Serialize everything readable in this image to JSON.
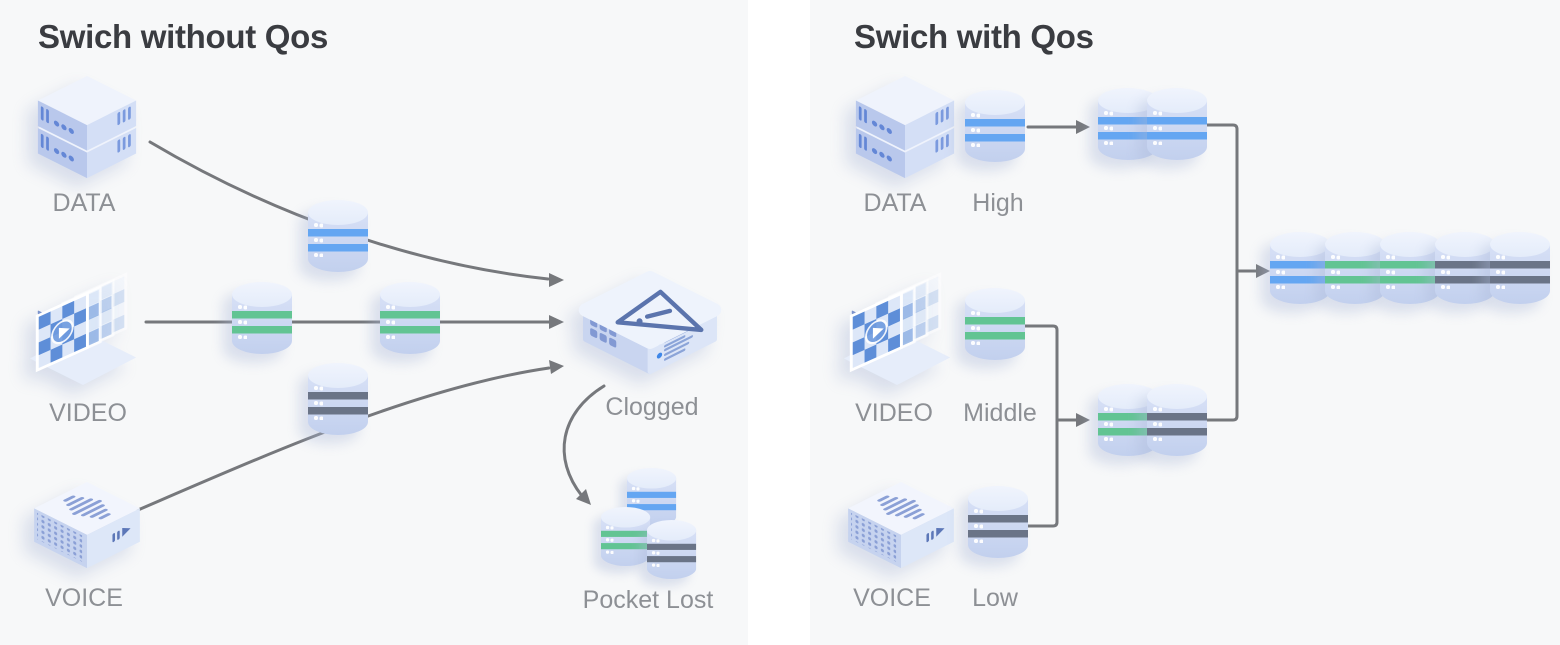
{
  "left_panel": {
    "title": "Swich without Qos",
    "data_label": "DATA",
    "video_label": "VIDEO",
    "voice_label": "VOICE",
    "clogged_label": "Clogged",
    "pocket_lost_label": "Pocket Lost",
    "packets": {
      "data_queue": [
        "blue"
      ],
      "video_queue": [
        "green",
        "green"
      ],
      "voice_queue": [
        "dark"
      ],
      "lost_cluster": [
        "blue",
        "green",
        "dark"
      ]
    }
  },
  "right_panel": {
    "title": "Swich with Qos",
    "data_label": "DATA",
    "high_label": "High",
    "video_label": "VIDEO",
    "middle_label": "Middle",
    "voice_label": "VOICE",
    "low_label": "Low",
    "packets": {
      "high_queue": [
        "blue"
      ],
      "high_merged": [
        "blue",
        "blue"
      ],
      "middle_queue": [
        "green"
      ],
      "low_queue": [
        "dark"
      ],
      "mid_low_merged": [
        "green",
        "dark"
      ],
      "output_queue": [
        "blue",
        "green",
        "green",
        "dark",
        "dark"
      ]
    }
  },
  "icons": {
    "data": "server-stack-icon",
    "video": "video-frames-icon",
    "voice": "voice-box-icon",
    "switch": "switch-warning-icon",
    "packet": "database-cylinder-icon"
  },
  "colors": {
    "panel_bg": "#f7f8f9",
    "title": "#3a3c41",
    "label": "#8d9095",
    "line": "#76787c",
    "stripe_blue": "#64a6f2",
    "stripe_green": "#62c493",
    "stripe_dark": "#6a7487"
  }
}
